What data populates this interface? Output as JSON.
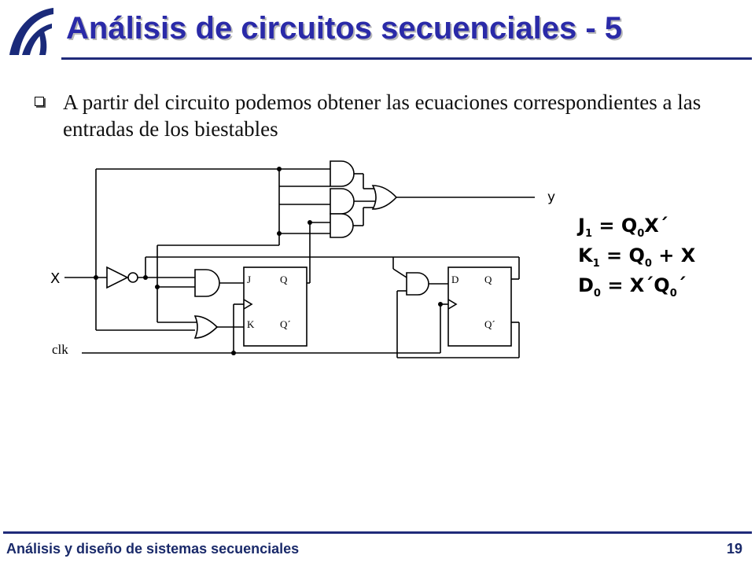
{
  "slide": {
    "title": "Análisis de circuitos secuenciales - 5",
    "bullet": "A partir del circuito podemos obtener las ecuaciones correspondientes a las entradas de los biestables"
  },
  "circuit": {
    "output_label": "y",
    "input_label": "X",
    "clock_label": "clk",
    "ff1": {
      "in_top": "J",
      "in_bottom": "K",
      "out_top": "Q",
      "out_bottom": "Q´"
    },
    "ff0": {
      "in_top": "D",
      "out_top": "Q",
      "out_bottom": "Q´"
    }
  },
  "equations": [
    {
      "lhs": "J",
      "lhs_sub": "1",
      "rhs": [
        {
          "t": "Q"
        },
        {
          "s": "0"
        },
        {
          "t": "X´"
        }
      ]
    },
    {
      "lhs": "K",
      "lhs_sub": "1",
      "rhs": [
        {
          "t": "Q"
        },
        {
          "s": "0"
        },
        {
          "t": " + X"
        }
      ]
    },
    {
      "lhs": "D",
      "lhs_sub": "0",
      "rhs": [
        {
          "t": "X´Q"
        },
        {
          "s": "0"
        },
        {
          "t": "´"
        }
      ]
    }
  ],
  "footer": {
    "left": "Análisis y diseño de sistemas secuenciales",
    "page": "19"
  },
  "colors": {
    "title": "#2a2aa8",
    "rule": "#1f2a7a",
    "logo": "#1a2a7a"
  }
}
